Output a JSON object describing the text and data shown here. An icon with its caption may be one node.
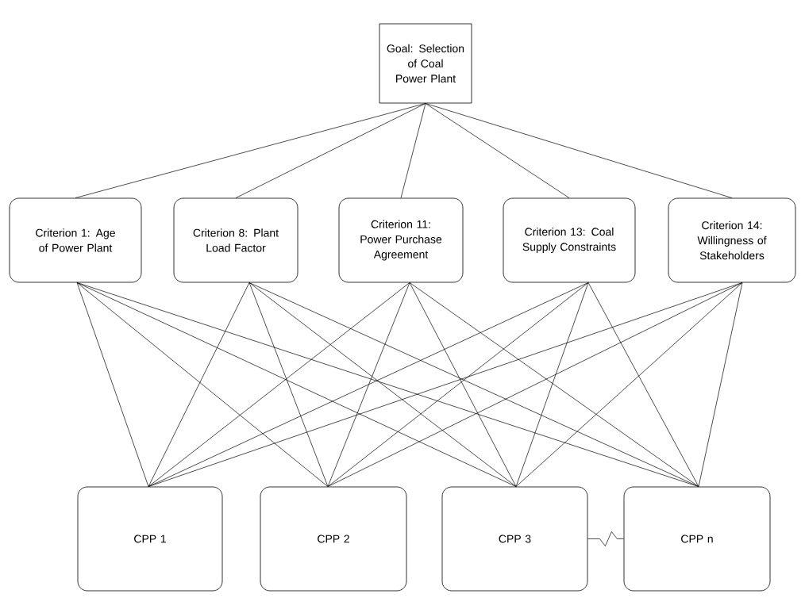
{
  "diagram": {
    "nodes": [
      {
        "text": [
          "Goal: Selection of Coal Power Plant"
        ]
      },
      {
        "text": [
          "Criterion 1: Age of Power Plant"
        ]
      },
      {
        "text": [
          "Criterion 8: Plant Load Factor"
        ]
      },
      {
        "text": [
          "Criterion 11: Power Purchase Agreement"
        ]
      },
      {
        "text": [
          "Criterion 13: Coal Supply Constraints"
        ]
      },
      {
        "text": [
          "Criterion 14: Willingness of Stakeholders"
        ]
      },
      {
        "text": [
          "CPP 1"
        ]
      },
      {
        "text": [
          "CPP 2"
        ]
      },
      {
        "text": [
          "CPP 3"
        ]
      },
      {
        "text": [
          "CPP n"
        ]
      }
    ],
    "edges": [
      {
        "from": 0,
        "to": 1,
        "arrow": "none"
      },
      {
        "from": 0,
        "to": 2,
        "arrow": "none"
      },
      {
        "from": 0,
        "to": 3,
        "arrow": "none"
      },
      {
        "from": 0,
        "to": 4,
        "arrow": "none"
      },
      {
        "from": 0,
        "to": 5,
        "arrow": "none"
      },
      {
        "from": 1,
        "to": 6,
        "arrow": "none"
      },
      {
        "from": 1,
        "to": 7,
        "arrow": "none"
      },
      {
        "from": 1,
        "to": 8,
        "arrow": "none"
      },
      {
        "from": 1,
        "to": 9,
        "arrow": "none"
      },
      {
        "from": 2,
        "to": 6,
        "arrow": "none"
      },
      {
        "from": 2,
        "to": 7,
        "arrow": "none"
      },
      {
        "from": 2,
        "to": 8,
        "arrow": "none"
      },
      {
        "from": 2,
        "to": 9,
        "arrow": "none"
      },
      {
        "from": 3,
        "to": 6,
        "arrow": "none"
      },
      {
        "from": 3,
        "to": 7,
        "arrow": "none"
      },
      {
        "from": 3,
        "to": 8,
        "arrow": "none"
      },
      {
        "from": 3,
        "to": 9,
        "arrow": "none"
      },
      {
        "from": 4,
        "to": 6,
        "arrow": "none"
      },
      {
        "from": 4,
        "to": 7,
        "arrow": "none"
      },
      {
        "from": 4,
        "to": 8,
        "arrow": "none"
      },
      {
        "from": 4,
        "to": 9,
        "arrow": "none"
      },
      {
        "from": 5,
        "to": 6,
        "arrow": "none"
      },
      {
        "from": 5,
        "to": 7,
        "arrow": "none"
      },
      {
        "from": 5,
        "to": 8,
        "arrow": "none"
      },
      {
        "from": 5,
        "to": 9,
        "arrow": "none"
      },
      {
        "from": 8,
        "to": 9,
        "arrow": "none"
      }
    ]
  }
}
